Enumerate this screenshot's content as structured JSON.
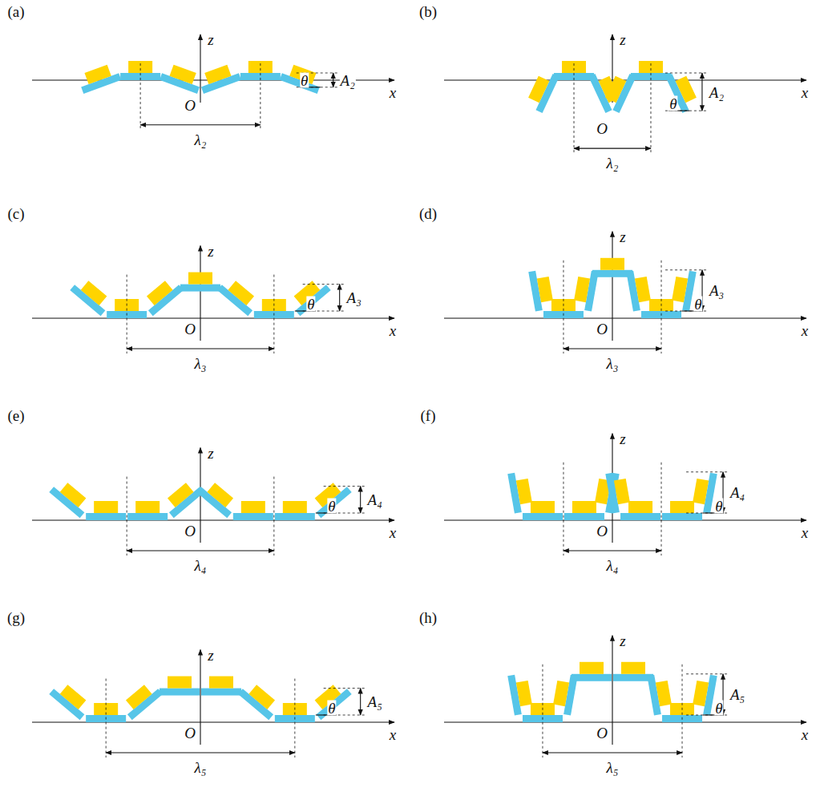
{
  "diagram": {
    "labels": [
      "(a)",
      "z",
      "x",
      "O",
      "θ",
      "A₂",
      "λ₂",
      "(b)",
      "z",
      "x",
      "O",
      "θ",
      "A₂",
      "λ₂",
      "(c)",
      "z",
      "x",
      "O",
      "θ",
      "A₃",
      "λ₃",
      "(d)",
      "z",
      "x",
      "O",
      "θ",
      "A₃",
      "λ₃",
      "(e)",
      "z",
      "x",
      "O",
      "θ",
      "A₄",
      "λ₄",
      "(f)",
      "z",
      "x",
      "O",
      "θ",
      "A₄",
      "λ₄",
      "(g)",
      "z",
      "x",
      "O",
      "θ",
      "A₅",
      "λ₅",
      "(h)",
      "z",
      "x",
      "O",
      "θ",
      "A₅",
      "λ₅"
    ]
  }
}
